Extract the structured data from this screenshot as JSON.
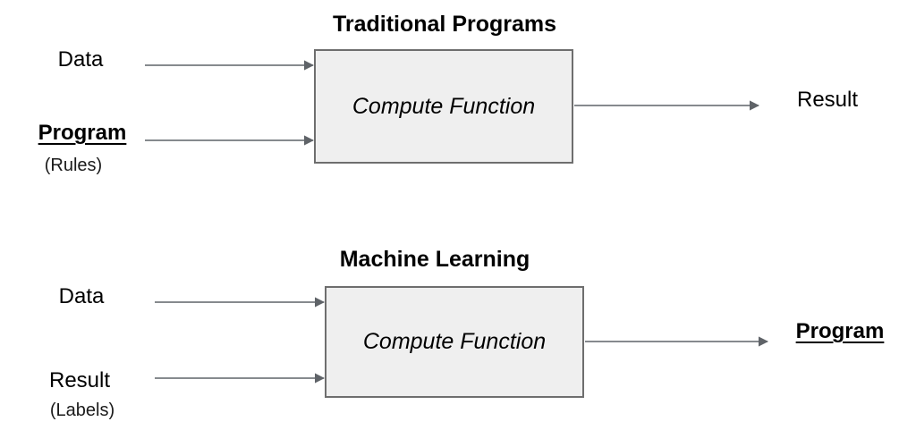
{
  "colors": {
    "background": "#ffffff",
    "box_fill": "#efefef",
    "box_border": "#6e6e6e",
    "arrow": "#5f6368",
    "text": "#000000"
  },
  "diagrams": [
    {
      "title": "Traditional Programs",
      "box_label": "Compute Function",
      "inputs": [
        {
          "label": "Data",
          "sublabel": ""
        },
        {
          "label": "Program",
          "sublabel": "(Rules)"
        }
      ],
      "output": {
        "label": "Result"
      }
    },
    {
      "title": "Machine Learning",
      "box_label": "Compute Function",
      "inputs": [
        {
          "label": "Data",
          "sublabel": ""
        },
        {
          "label": "Result",
          "sublabel": "(Labels)"
        }
      ],
      "output": {
        "label": "Program"
      }
    }
  ]
}
